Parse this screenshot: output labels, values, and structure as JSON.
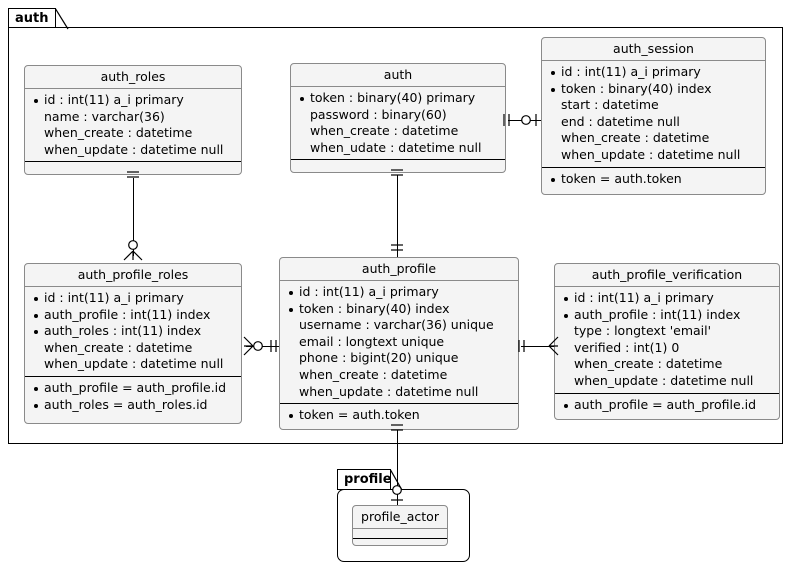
{
  "diagram": {
    "type": "entity-relationship-diagram",
    "packages": [
      {
        "id": "auth",
        "label": "auth"
      },
      {
        "id": "profile",
        "label": "profile"
      }
    ]
  },
  "entities": {
    "auth_roles": {
      "title": "auth_roles",
      "columns": [
        {
          "text": "id : int(11) a_i primary",
          "key": true
        },
        {
          "text": "name : varchar(36)",
          "key": false
        },
        {
          "text": "when_create : datetime",
          "key": false
        },
        {
          "text": "when_update : datetime null",
          "key": false
        }
      ],
      "relations": []
    },
    "auth": {
      "title": "auth",
      "columns": [
        {
          "text": "token : binary(40) primary",
          "key": true
        },
        {
          "text": "password : binary(60)",
          "key": false
        },
        {
          "text": "when_create : datetime",
          "key": false
        },
        {
          "text": "when_udate : datetime null",
          "key": false
        }
      ],
      "relations": []
    },
    "auth_session": {
      "title": "auth_session",
      "columns": [
        {
          "text": "id : int(11) a_i primary",
          "key": true
        },
        {
          "text": "token : binary(40) index",
          "key": true
        },
        {
          "text": "start : datetime",
          "key": false
        },
        {
          "text": "end : datetime null",
          "key": false
        },
        {
          "text": "when_create : datetime",
          "key": false
        },
        {
          "text": "when_update : datetime null",
          "key": false
        }
      ],
      "relations": [
        {
          "text": "token = auth.token",
          "key": true
        }
      ]
    },
    "auth_profile_roles": {
      "title": "auth_profile_roles",
      "columns": [
        {
          "text": "id : int(11) a_i primary",
          "key": true
        },
        {
          "text": "auth_profile : int(11) index",
          "key": true
        },
        {
          "text": "auth_roles : int(11) index",
          "key": true
        },
        {
          "text": "when_create : datetime",
          "key": false
        },
        {
          "text": "when_update : datetime null",
          "key": false
        }
      ],
      "relations": [
        {
          "text": "auth_profile = auth_profile.id",
          "key": true
        },
        {
          "text": "auth_roles = auth_roles.id",
          "key": true
        }
      ]
    },
    "auth_profile": {
      "title": "auth_profile",
      "columns": [
        {
          "text": "id : int(11) a_i primary",
          "key": true
        },
        {
          "text": "token : binary(40) index",
          "key": true
        },
        {
          "text": "username : varchar(36) unique",
          "key": false
        },
        {
          "text": "email : longtext unique",
          "key": false
        },
        {
          "text": "phone : bigint(20) unique",
          "key": false
        },
        {
          "text": "when_create : datetime",
          "key": false
        },
        {
          "text": "when_update : datetime null",
          "key": false
        }
      ],
      "relations": [
        {
          "text": "token = auth.token",
          "key": true
        }
      ]
    },
    "auth_profile_verification": {
      "title": "auth_profile_verification",
      "columns": [
        {
          "text": "id : int(11) a_i primary",
          "key": true
        },
        {
          "text": "auth_profile : int(11) index",
          "key": true
        },
        {
          "text": "type : longtext 'email'",
          "key": false
        },
        {
          "text": "verified : int(1) 0",
          "key": false
        },
        {
          "text": "when_create : datetime",
          "key": false
        },
        {
          "text": "when_update : datetime null",
          "key": false
        }
      ],
      "relations": [
        {
          "text": "auth_profile = auth_profile.id",
          "key": true
        }
      ]
    },
    "profile_actor": {
      "title": "profile_actor",
      "columns": [],
      "relations": []
    }
  },
  "relationships": [
    {
      "from": "auth_roles",
      "to": "auth_profile_roles",
      "from_card": "one-and-only-one",
      "to_card": "zero-or-many"
    },
    {
      "from": "auth",
      "to": "auth_session",
      "from_card": "one-and-only-one",
      "to_card": "zero-or-one"
    },
    {
      "from": "auth",
      "to": "auth_profile",
      "from_card": "one-and-only-one",
      "to_card": "one-and-only-one"
    },
    {
      "from": "auth_profile_roles",
      "to": "auth_profile",
      "from_card": "zero-or-many",
      "to_card": "one-and-only-one"
    },
    {
      "from": "auth_profile",
      "to": "auth_profile_verification",
      "from_card": "one-and-only-one",
      "to_card": "zero-or-many"
    },
    {
      "from": "auth_profile",
      "to": "profile_actor",
      "from_card": "one-and-only-one",
      "to_card": "zero-or-one"
    }
  ],
  "colors": {
    "entity_fill": "#f4f4f4",
    "entity_border": "#8a8a8a",
    "package_border": "#000000",
    "background": "#ffffff",
    "text": "#000000"
  }
}
